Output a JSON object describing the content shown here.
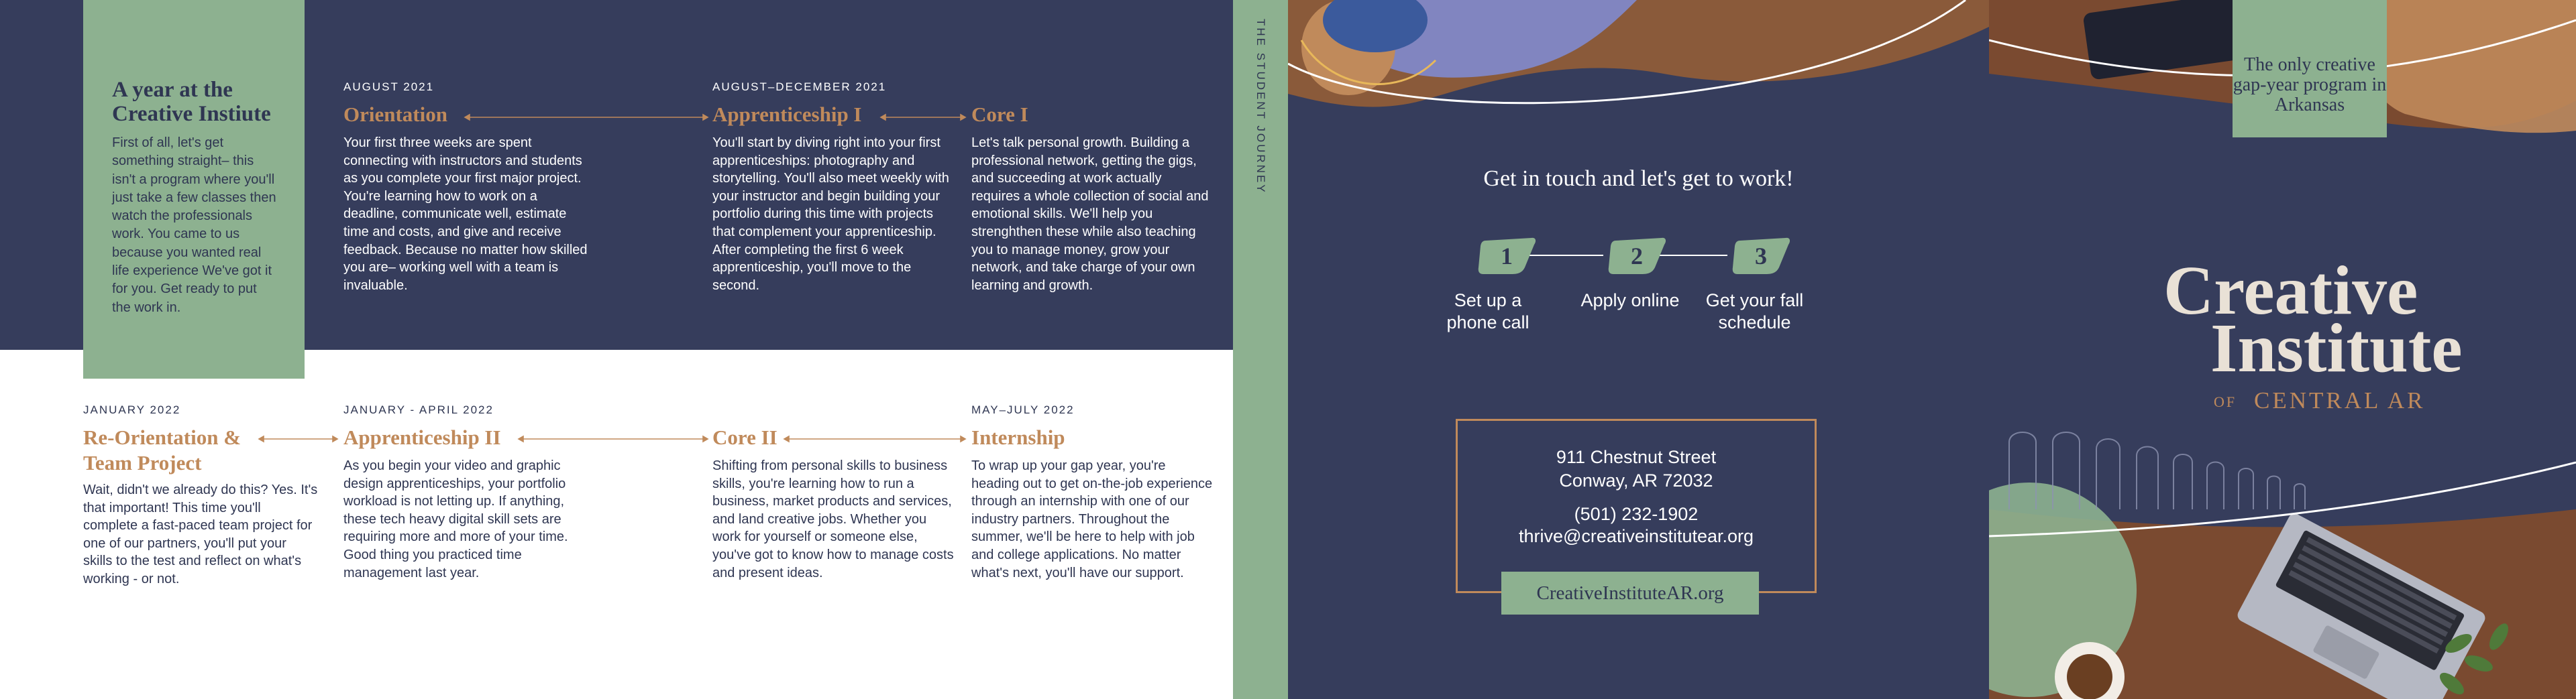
{
  "colors": {
    "navy": "#363d5c",
    "sage_green": "#8db190",
    "copper": "#c08a5b",
    "cream": "#e9e1d6",
    "white": "#ffffff"
  },
  "intro": {
    "heading": "A year at the Creative Instiute",
    "body": "First of all, let's get something straight– this isn't a program where you'll just take a few classes then watch the professionals work. You came to us because you wanted real life experience We've got it for you. Get ready to put the work in."
  },
  "stages": {
    "orientation": {
      "date": "AUGUST 2021",
      "title": "Orientation",
      "body": "Your first three weeks are spent connecting with instructors and students as you complete your first major project. You're learning how to work on a deadline, communicate well, estimate time and costs, and give and receive feedback. Because no matter how skilled you are– working well with a team is invaluable."
    },
    "apprenticeship_1": {
      "date": "AUGUST–DECEMBER 2021",
      "title": "Apprenticeship I",
      "body": "You'll start by diving right into your first apprenticeships: photography and storytelling. You'll also meet weekly with your instructor and begin building your portfolio during this time with projects that complement your apprenticeship. After completing the first 6 week apprenticeship, you'll move to the second."
    },
    "core_1": {
      "title": "Core I",
      "body": "Let's talk personal growth. Building a professional network, getting the gigs, and succeeding at work actually requires a whole collection of social and emotional skills. We'll help you strenghthen these while also teaching you to manage money, grow your network, and take charge of your own learning and growth."
    },
    "reorientation": {
      "date": "JANUARY 2022",
      "title": "Re-Orientation & Team Project",
      "body": "Wait, didn't we already do this? Yes. It's that important! This time you'll complete a fast-paced team project for one of our partners, you'll put your skills to the test and reflect on what's working - or not."
    },
    "apprenticeship_2": {
      "date": "JANUARY - APRIL 2022",
      "title": "Apprenticeship II",
      "body": "As you begin your video and graphic design apprenticeships, your portfolio workload is not letting up. If anything, these tech heavy digital skill sets are requiring more and more of your time. Good thing you practiced time management last year."
    },
    "core_2": {
      "title": "Core II",
      "body": "Shifting from personal skills to business skills, you're learning how to run a business, market products and services, and land creative jobs. Whether you work for yourself or someone else, you've got to know how to manage costs and present ideas."
    },
    "internship": {
      "date": "MAY–JULY 2022",
      "title": "Internship",
      "body": "To wrap up your gap year, you're heading out to get on-the-job experience through an internship with one of our industry partners. Throughout the summer, we'll be here to help with job and college applications. No matter what's next, you'll have our support."
    }
  },
  "spine": {
    "label": "THE STUDENT JOURNEY"
  },
  "back": {
    "headline": "Get in touch and let's get to work!",
    "steps": [
      {
        "number": "1",
        "text": "Set up a phone call"
      },
      {
        "number": "2",
        "text": "Apply online"
      },
      {
        "number": "3",
        "text": "Get your fall schedule"
      }
    ],
    "contact": {
      "street": "911 Chestnut Street",
      "city": "Conway, AR 72032",
      "phone": "(501) 232-1902",
      "email": "thrive@creativeinstitutear.org",
      "website": "CreativeInstituteAR.org"
    }
  },
  "cover": {
    "tagline": "The only creative gap-year program in Arkansas",
    "title_line1": "Creative",
    "title_line2": "Institute",
    "of": "OF",
    "subtitle": "CENTRAL AR"
  }
}
